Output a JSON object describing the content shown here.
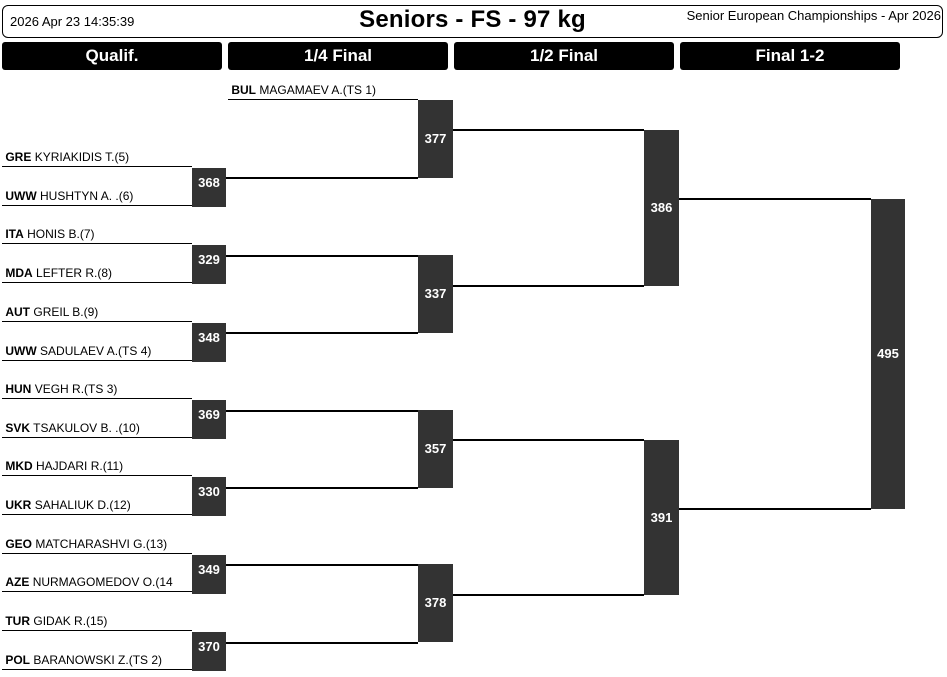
{
  "header": {
    "timestamp": "2026 Apr 23 14:35:39",
    "title": "Seniors - FS - 97 kg",
    "event": "Senior European Championships - Apr 2026"
  },
  "rounds": [
    "Qualif.",
    "1/4 Final",
    "1/2 Final",
    "Final 1-2"
  ],
  "bye": {
    "country": "BUL",
    "name": "MAGAMAEV A.(TS 1)"
  },
  "wrestlers": [
    {
      "country": "GRE",
      "name": "KYRIAKIDIS T.(5)"
    },
    {
      "country": "UWW",
      "name": "HUSHTYN A. .(6)"
    },
    {
      "country": "ITA",
      "name": "HONIS B.(7)"
    },
    {
      "country": "MDA",
      "name": "LEFTER R.(8)"
    },
    {
      "country": "AUT",
      "name": "GREIL B.(9)"
    },
    {
      "country": "UWW",
      "name": "SADULAEV A.(TS 4)"
    },
    {
      "country": "HUN",
      "name": "VEGH R.(TS 3)"
    },
    {
      "country": "SVK",
      "name": "TSAKULOV B. .(10)"
    },
    {
      "country": "MKD",
      "name": "HAJDARI R.(11)"
    },
    {
      "country": "UKR",
      "name": "SAHALIUK D.(12)"
    },
    {
      "country": "GEO",
      "name": "MATCHARASHVI G.(13)"
    },
    {
      "country": "AZE",
      "name": "NURMAGOMEDOV O.(14"
    },
    {
      "country": "TUR",
      "name": "GIDAK R.(15)"
    },
    {
      "country": "POL",
      "name": "BARANOWSKI Z.(TS 2)"
    }
  ],
  "matches": {
    "qualif": [
      "368",
      "329",
      "348",
      "369",
      "330",
      "349",
      "370"
    ],
    "quarter": [
      "377",
      "337",
      "357",
      "378"
    ],
    "semi": [
      "386",
      "391"
    ],
    "final": [
      "495"
    ]
  }
}
